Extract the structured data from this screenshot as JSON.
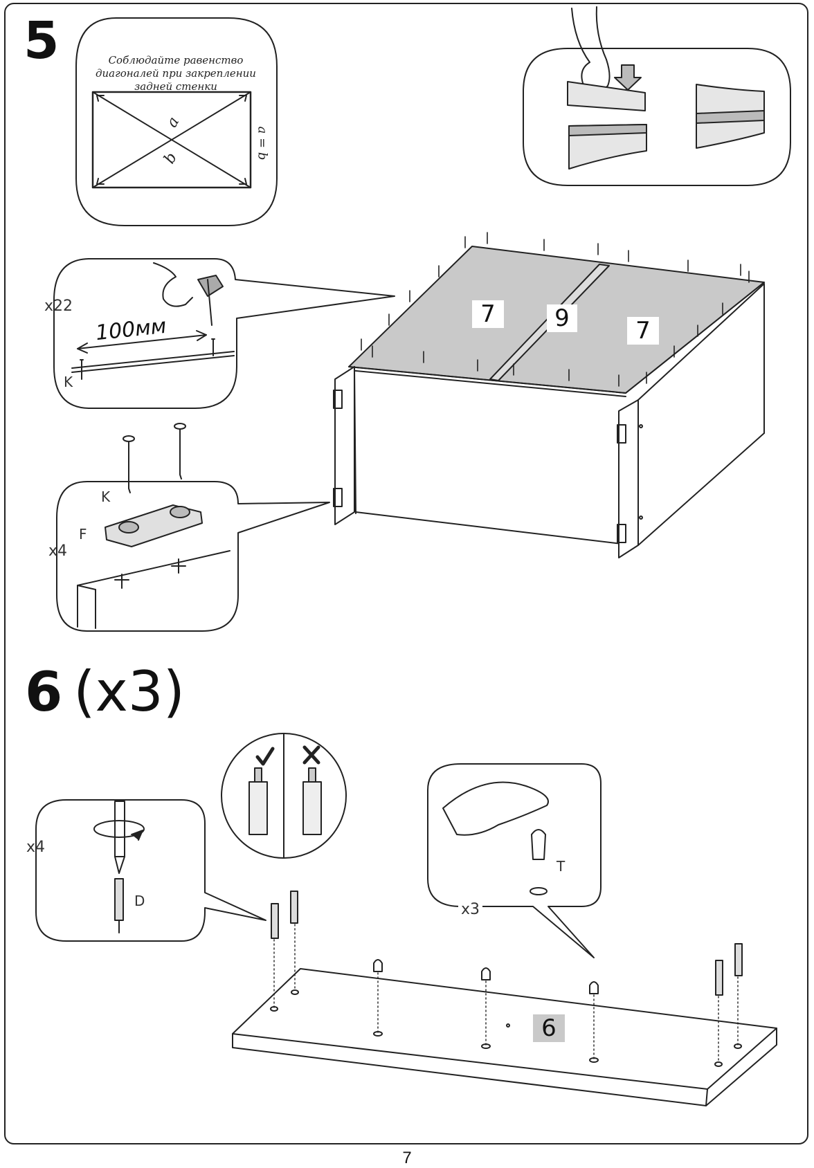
{
  "step5": {
    "number": "5",
    "diagonal_note": "Соблюдайте равенство диагоналей при закреплении задней стенки",
    "diag_a": "a",
    "diag_b": "b",
    "diag_eq": "a = b",
    "nail_count": "x22",
    "spacing": "100мм",
    "nail_label": "K",
    "bracket_count": "x4",
    "bracket_nail_label": "K",
    "bracket_label": "F",
    "parts": {
      "left_panel": "7",
      "joiner": "9",
      "right_panel": "7"
    }
  },
  "step6": {
    "number": "6",
    "repeat": "(x3)",
    "dowel_count": "x4",
    "dowel_label": "D",
    "cap_count": "x3",
    "cap_label": "T",
    "correct_icon": "check-icon",
    "wrong_icon": "cross-icon",
    "part": "6"
  },
  "page_number": "7",
  "colors": {
    "line": "#222222",
    "panel_grey": "#c9c9c9",
    "background": "#ffffff"
  }
}
